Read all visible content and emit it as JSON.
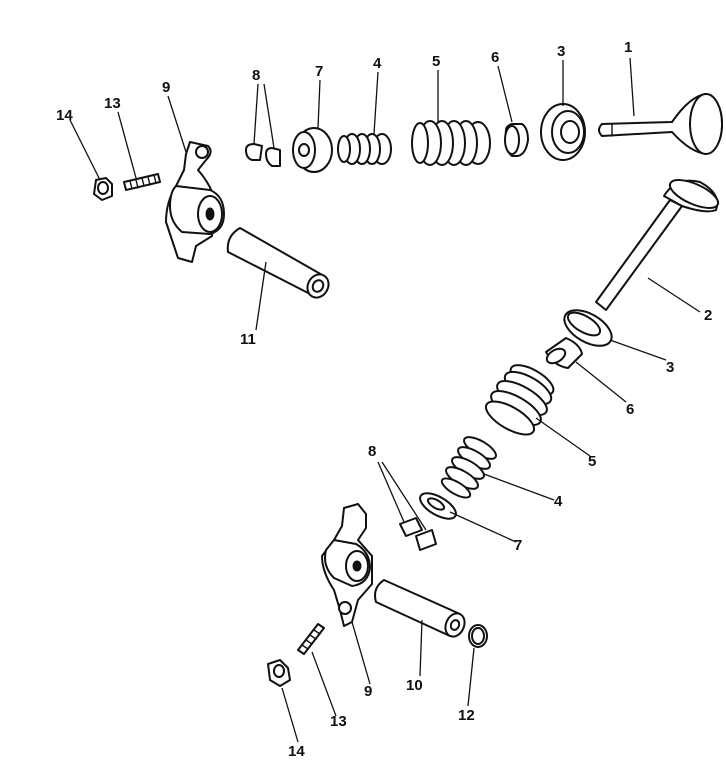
{
  "callouts": {
    "top": {
      "c1": "1",
      "c3": "3",
      "c6": "6",
      "c5": "5",
      "c4": "4",
      "c7": "7",
      "c8": "8",
      "c9": "9",
      "c13": "13",
      "c14": "14",
      "c11": "11"
    },
    "bottom": {
      "c2": "2",
      "c3": "3",
      "c6": "6",
      "c5": "5",
      "c4": "4",
      "c7": "7",
      "c8": "8",
      "c9": "9",
      "c10": "10",
      "c12": "12",
      "c13": "13",
      "c14": "14"
    }
  }
}
